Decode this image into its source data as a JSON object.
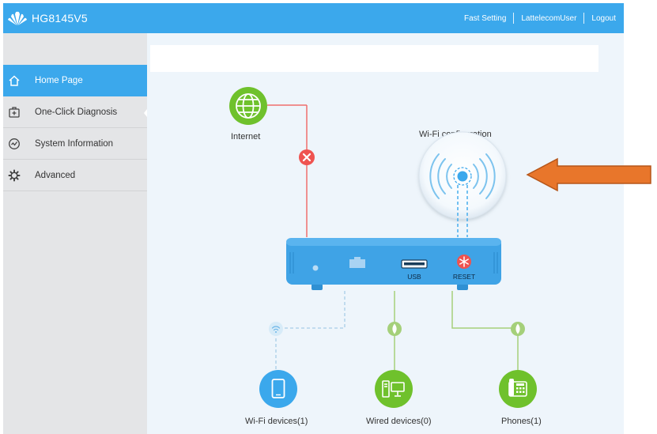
{
  "header": {
    "model_name": "HG8145V5",
    "nav": [
      "Fast Setting",
      "LattelecomUser",
      "Logout"
    ]
  },
  "sidebar": {
    "items": [
      {
        "label": "Home Page",
        "icon": "home-icon",
        "active": true
      },
      {
        "label": "One-Click Diagnosis",
        "icon": "diagnosis-icon",
        "active": false
      },
      {
        "label": "System Information",
        "icon": "system-info-icon",
        "active": false
      },
      {
        "label": "Advanced",
        "icon": "gear-icon",
        "active": false
      }
    ]
  },
  "topology": {
    "internet_label": "Internet",
    "wifi_config_label": "Wi-Fi configuration",
    "usb_label": "USB",
    "reset_label": "RESET",
    "wifi_devices_label": "Wi-Fi devices(1)",
    "wired_devices_label": "Wired devices(0)",
    "phones_label": "Phones(1)"
  },
  "colors": {
    "accent": "#3ba8ec",
    "internet_green": "#6fc12c",
    "error_red": "#ef5350",
    "link_green": "#a5d07a",
    "arrow_orange": "#e8762b"
  }
}
